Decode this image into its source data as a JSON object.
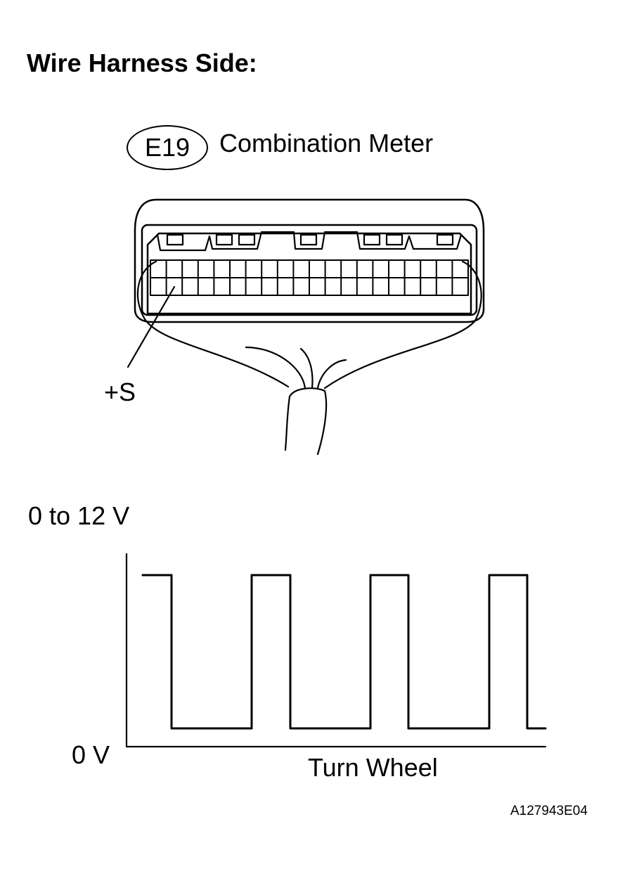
{
  "header": {
    "title": "Wire Harness Side:"
  },
  "connector": {
    "id": "E19",
    "name": "Combination Meter",
    "pin_label": "+S"
  },
  "waveform": {
    "high_label": "0 to 12 V",
    "low_label": "0 V",
    "x_label": "Turn Wheel"
  },
  "figure_code": "A127943E04"
}
